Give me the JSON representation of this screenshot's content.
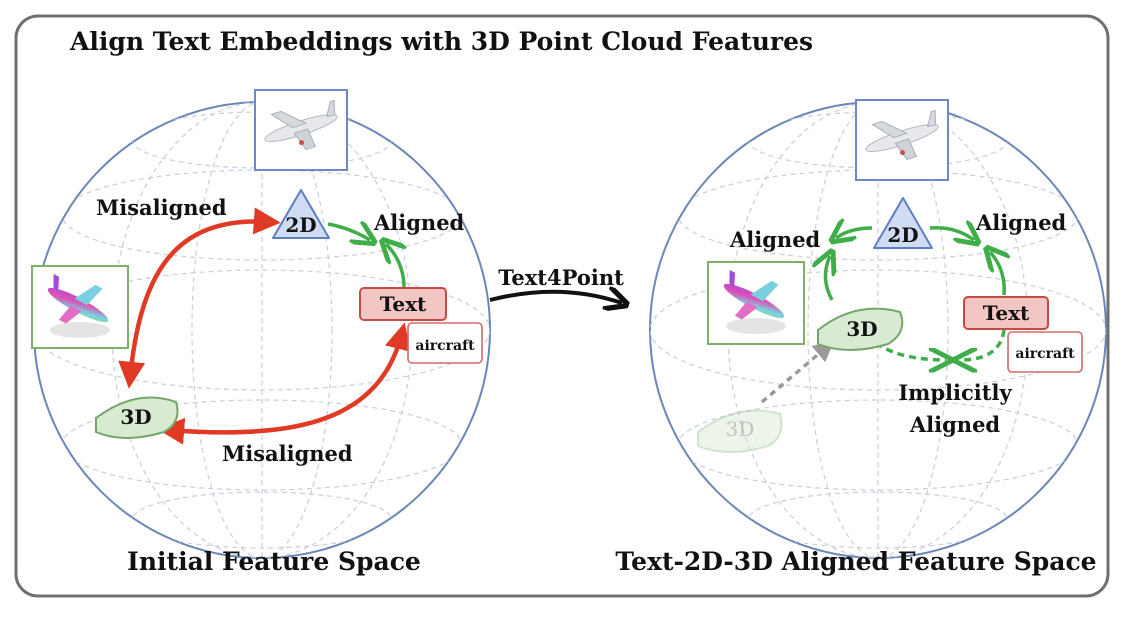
{
  "title": "Align Text Embeddings with 3D Point Cloud Features",
  "left_panel": {
    "caption": "Initial Feature Space",
    "node_2d": "2D",
    "node_3d": "3D",
    "node_text": "Text",
    "text_tag": "aircraft",
    "label_misaligned_top": "Misaligned",
    "label_misaligned_bottom": "Misaligned",
    "label_aligned": "Aligned"
  },
  "arrow_label": "Text4Point",
  "right_panel": {
    "caption": "Text-2D-3D Aligned Feature Space",
    "node_2d": "2D",
    "node_3d": "3D",
    "node_3d_faded": "3D",
    "node_text": "Text",
    "text_tag": "aircraft",
    "label_aligned_left": "Aligned",
    "label_aligned_right": "Aligned",
    "label_implicit_1": "Implicitly",
    "label_implicit_2": "Aligned"
  },
  "colors": {
    "border": "#707070",
    "sphere": "#6b86b8",
    "grid": "#c7cfdc",
    "misaligned": "#e03a25",
    "aligned": "#3fae49",
    "node_2d_fill": "#cfdcf3",
    "node_2d_stroke": "#5d7fc3",
    "node_3d_fill": "#d9ead2",
    "node_3d_stroke": "#74a56a",
    "text_fill": "#f2c6c2",
    "text_stroke": "#c44a44",
    "photo_frame": "#6c89c7",
    "pointcloud_frame": "#7fb069"
  }
}
